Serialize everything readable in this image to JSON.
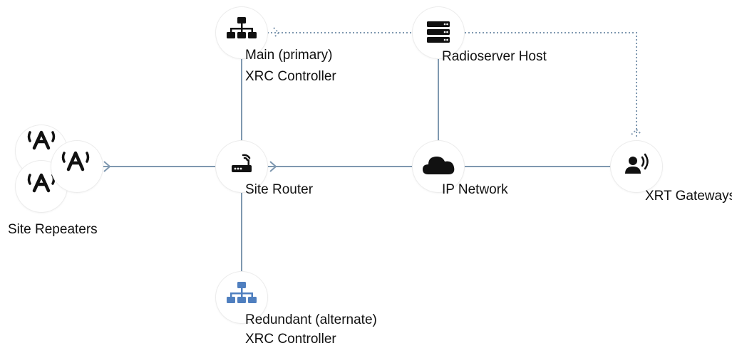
{
  "nodes": {
    "main_controller": {
      "label_line1": "Main (primary)",
      "label_line2": "XRC Controller"
    },
    "radioserver_host": {
      "label": "Radioserver Host"
    },
    "site_repeaters": {
      "label": "Site Repeaters"
    },
    "site_router": {
      "label": "Site Router"
    },
    "ip_network": {
      "label": "IP Network"
    },
    "xrt_gateways": {
      "label": "XRT Gateways"
    },
    "redundant_controller": {
      "label_line1": "Redundant (alternate)",
      "label_line2": "XRC Controller"
    }
  },
  "icons": {
    "main_controller": "network-hierarchy-icon",
    "radioserver_host": "server-icon",
    "site_repeaters": "radio-tower-icon",
    "site_router": "router-icon",
    "ip_network": "cloud-icon",
    "xrt_gateways": "speaking-person-icon",
    "redundant_controller": "network-hierarchy-icon"
  },
  "colors": {
    "connector": "#7f98b0",
    "icon_primary": "#111111",
    "icon_redundant": "#4f7fbf"
  }
}
